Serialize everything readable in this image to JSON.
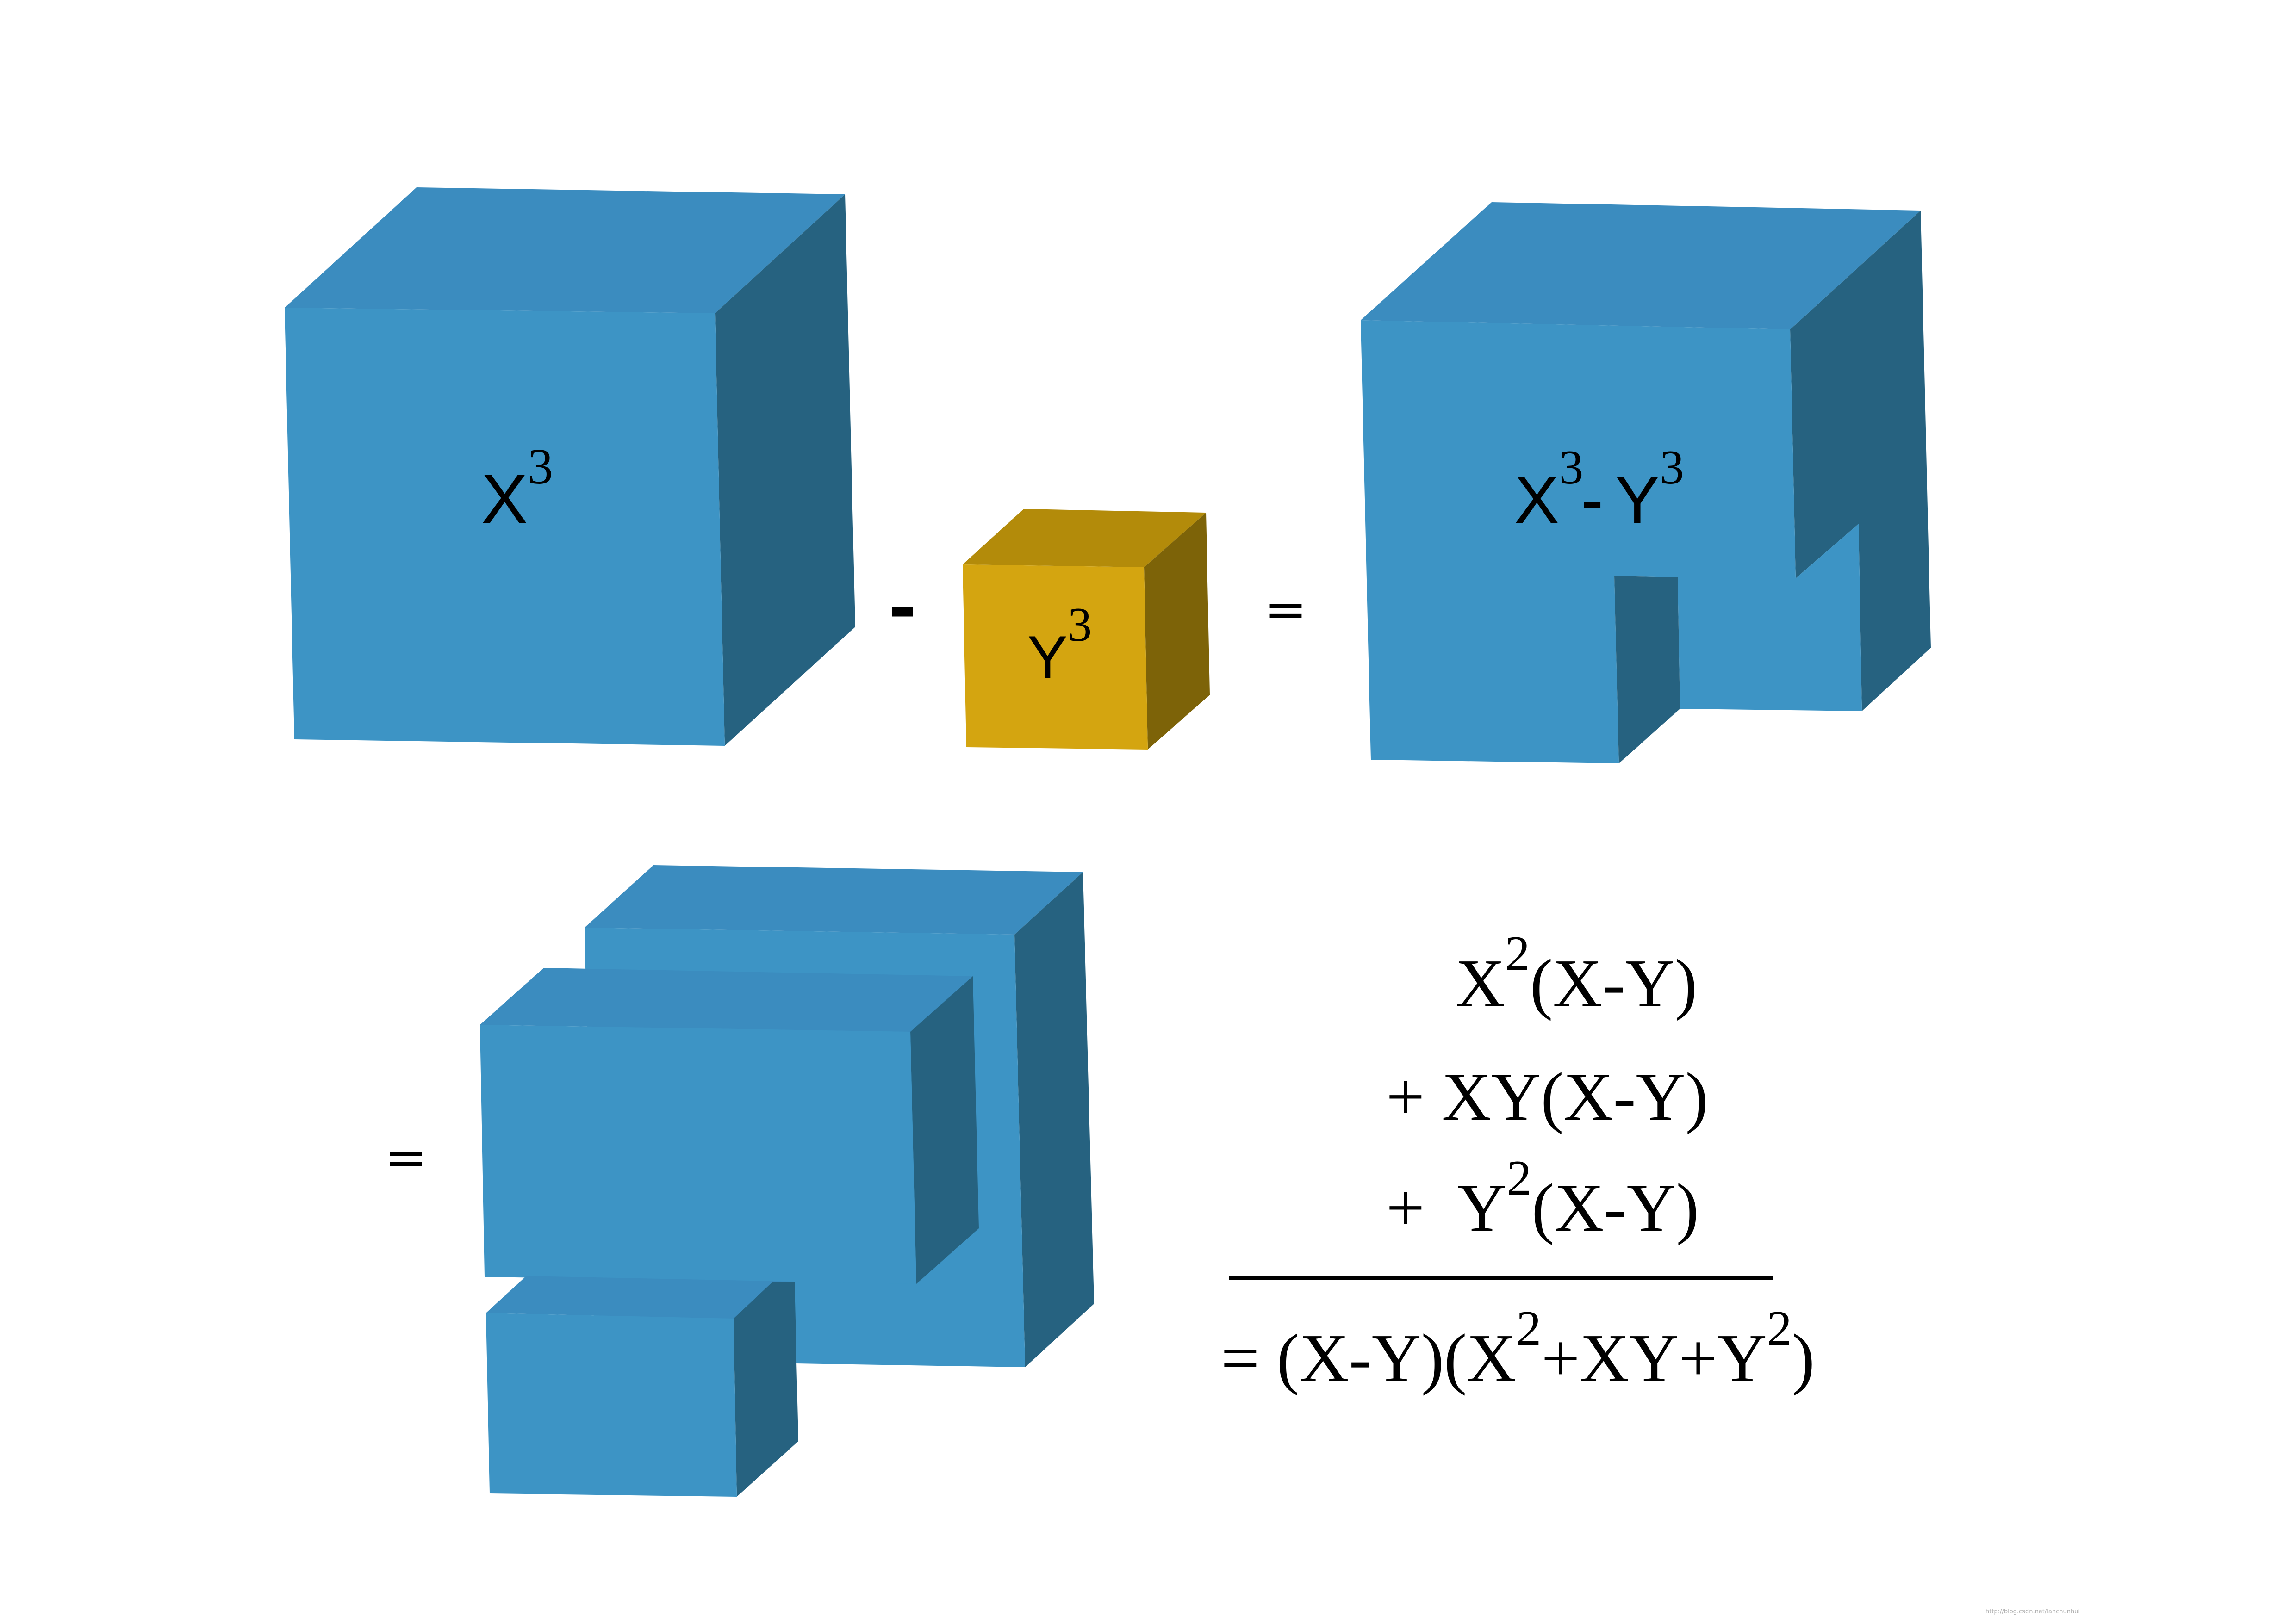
{
  "colors": {
    "blue_front": "#3d94c5",
    "blue_top": "#3b8cbf",
    "blue_side": "#266280",
    "gold_front": "#d4a510",
    "gold_top": "#b38b0a",
    "gold_side": "#7d6308"
  },
  "labels": {
    "x_cube": {
      "base": "X",
      "exp": "3"
    },
    "y_cube": {
      "base": "Y",
      "exp": "3"
    },
    "diff_cube": {
      "base1": "X",
      "exp1": "3",
      "minus": "-",
      "base2": "Y",
      "exp2": "3"
    }
  },
  "operators": {
    "minus": "-",
    "equals_top": "=",
    "equals_bottom": "="
  },
  "equation": {
    "line1": {
      "base": "X",
      "exp": "2",
      "rest": "(X-Y)"
    },
    "line2": {
      "text": "+ XY(X-Y)"
    },
    "line3": {
      "plus": "+",
      "base": "Y",
      "exp": "2",
      "rest": "(X-Y)"
    },
    "result": {
      "prefix": "= (X-Y)(X",
      "exp1": "2",
      "mid": "+XY+Y",
      "exp2": "2",
      "suffix": ")"
    }
  },
  "watermark": "http://blog.csdn.net/lanchunhui"
}
